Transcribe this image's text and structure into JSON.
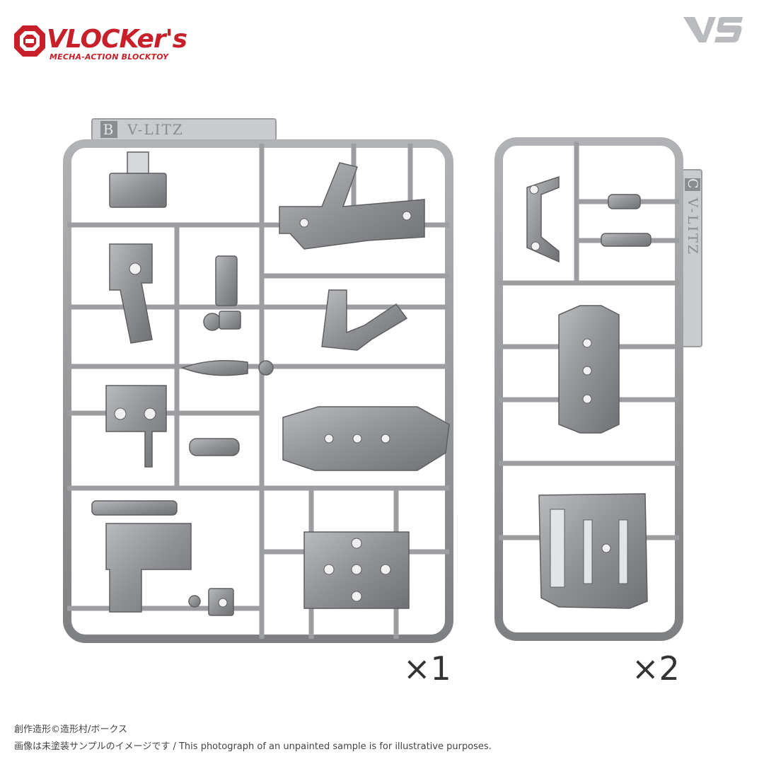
{
  "logo": {
    "title": "VLOCKer's",
    "subtitle": "MECHA-ACTION BLOCKTOY"
  },
  "brand": {
    "mark": "VS"
  },
  "sprues": [
    {
      "tag_letter": "B",
      "tag_name": "V-LITZ",
      "quantity": "×1"
    },
    {
      "tag_letter": "C",
      "tag_name": "V-LITZ",
      "quantity": "×2"
    }
  ],
  "credits": {
    "line1": "創作造形©造形村/ボークス",
    "line2": "画像は未塗装サンプルのイメージです / This photograph of an unpainted sample is for illustrative purposes."
  },
  "colors": {
    "accent": "#c8202a",
    "plastic": "#9a9ca0",
    "plastic_dark": "#6c6e72"
  }
}
